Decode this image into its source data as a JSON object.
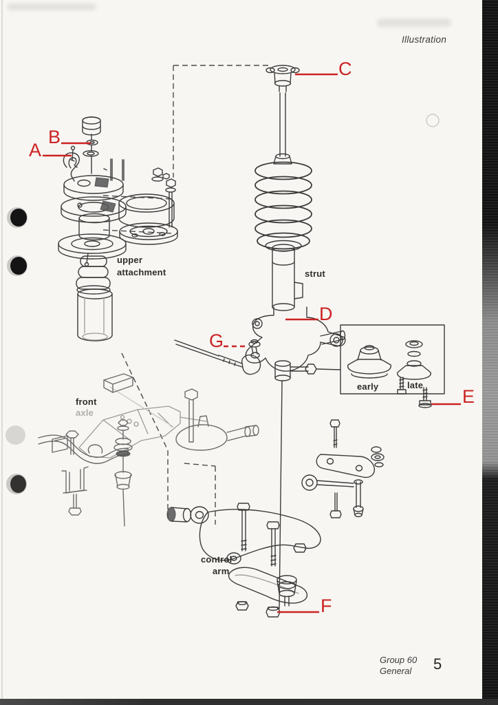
{
  "page": {
    "header_label": "Illustration",
    "footer": {
      "group": "Group 60",
      "section": "General",
      "page_number": "5"
    }
  },
  "diagram": {
    "labels": {
      "upper": "upper",
      "attachment": "attachment",
      "strut": "strut",
      "front": "front",
      "axle": "axle",
      "control": "control",
      "arm": "arm",
      "early": "early",
      "late": "late"
    },
    "callouts": [
      {
        "id": "A"
      },
      {
        "id": "B"
      },
      {
        "id": "C"
      },
      {
        "id": "D"
      },
      {
        "id": "E"
      },
      {
        "id": "F"
      },
      {
        "id": "G"
      }
    ],
    "colors": {
      "callout_red": "#cc2222",
      "line_art": "#3b3b3b",
      "faded_line_art": "#999999"
    }
  }
}
